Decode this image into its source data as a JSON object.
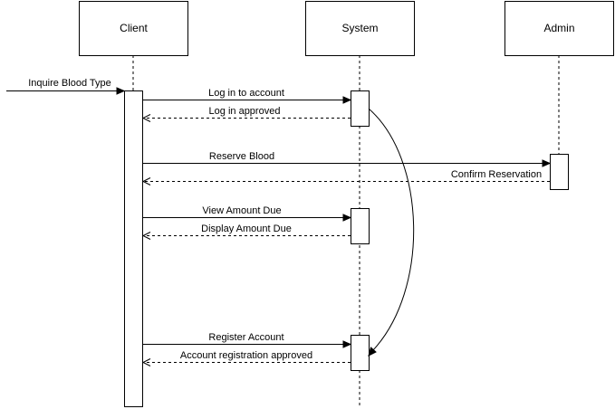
{
  "lifelines": [
    {
      "id": "client",
      "label": "Client"
    },
    {
      "id": "system",
      "label": "System"
    },
    {
      "id": "admin",
      "label": "Admin"
    }
  ],
  "messages": [
    {
      "id": "inquire",
      "label": "Inquire Blood Type",
      "from": "external",
      "to": "client",
      "style": "solid"
    },
    {
      "id": "login",
      "label": "Log in to account",
      "from": "client",
      "to": "system",
      "style": "solid"
    },
    {
      "id": "login-approved",
      "label": "Log in approved",
      "from": "system",
      "to": "client",
      "style": "dashed"
    },
    {
      "id": "reserve",
      "label": "Reserve Blood",
      "from": "client",
      "to": "admin",
      "style": "solid"
    },
    {
      "id": "confirm",
      "label": "Confirm Reservation",
      "from": "admin",
      "to": "client",
      "style": "dashed"
    },
    {
      "id": "view-amount",
      "label": "View Amount Due",
      "from": "client",
      "to": "system",
      "style": "solid"
    },
    {
      "id": "display-amount",
      "label": "Display Amount Due",
      "from": "system",
      "to": "client",
      "style": "dashed"
    },
    {
      "id": "register",
      "label": "Register Account",
      "from": "client",
      "to": "system",
      "style": "solid"
    },
    {
      "id": "register-approved",
      "label": "Account registration approved",
      "from": "system",
      "to": "client",
      "style": "dashed"
    },
    {
      "id": "self-call",
      "label": "",
      "from": "system",
      "to": "system",
      "style": "solid"
    }
  ]
}
